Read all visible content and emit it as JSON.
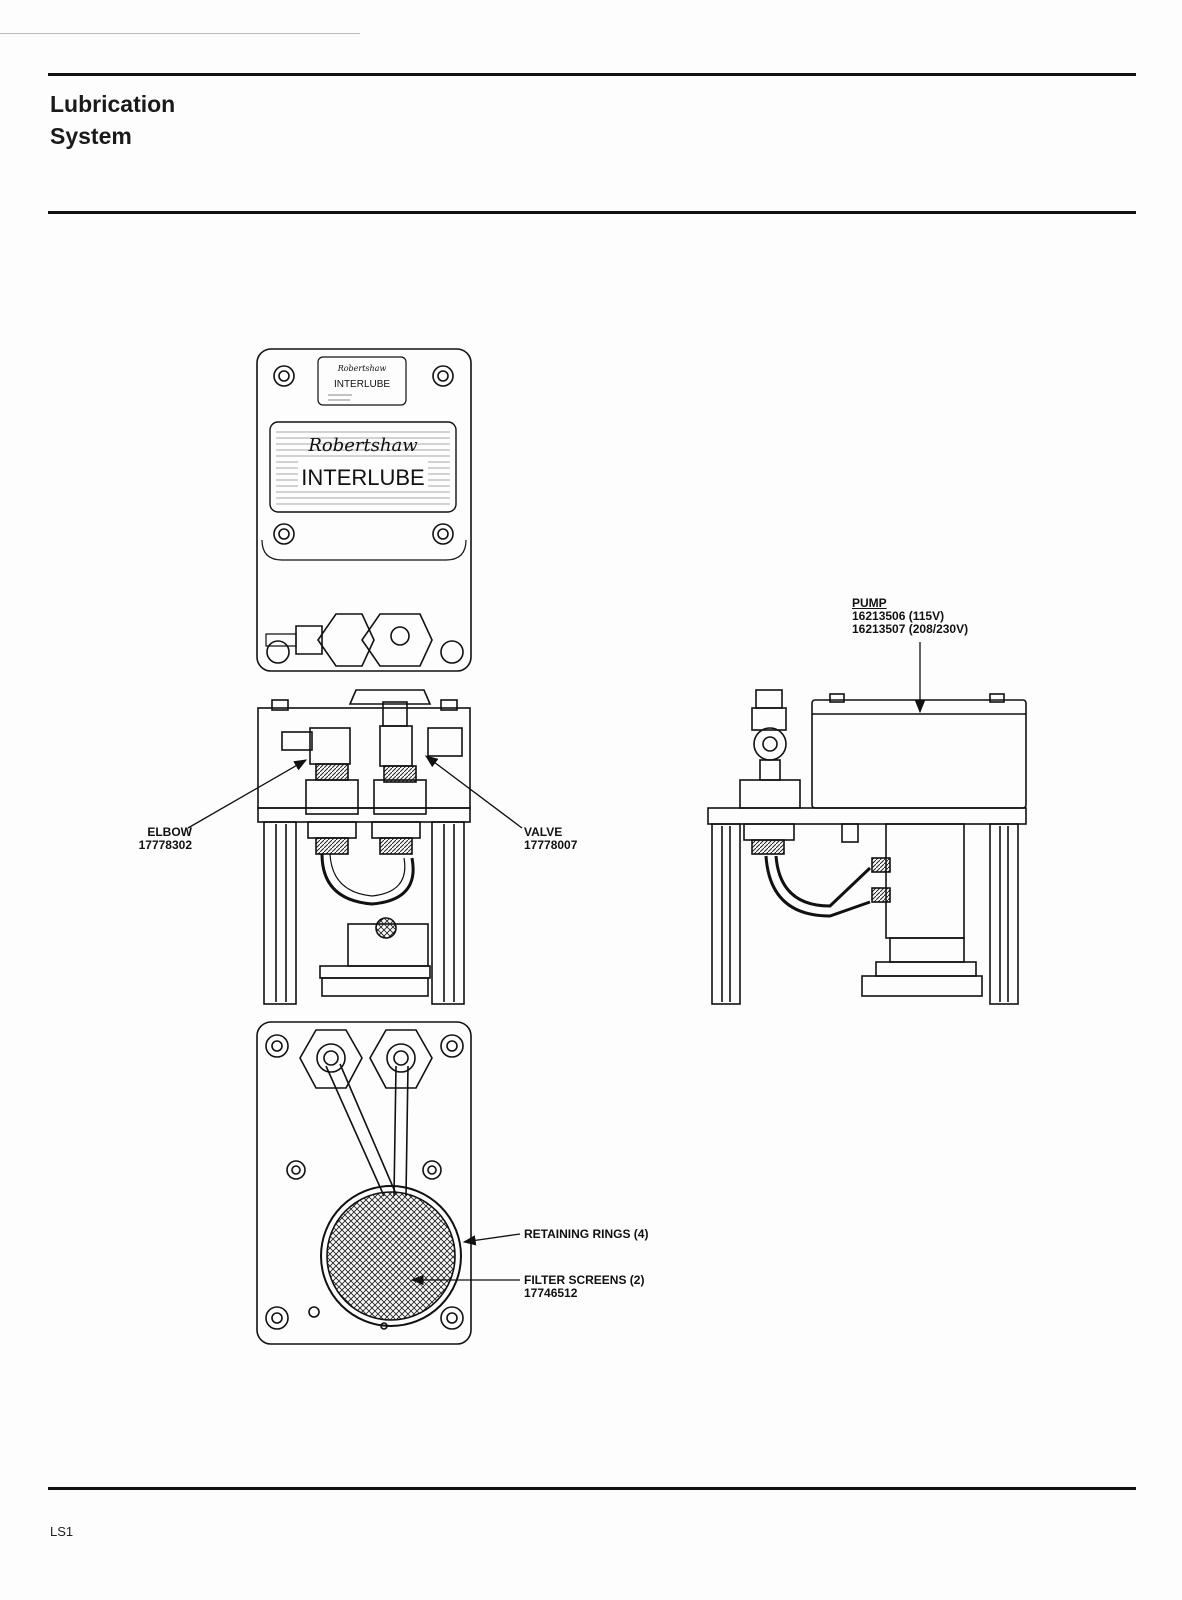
{
  "header": {
    "title_line1": "Lubrication",
    "title_line2": "System"
  },
  "plate": {
    "small_brand": "Robertshaw",
    "small_name": "INTERLUBE",
    "large_brand": "Robertshaw",
    "large_name": "INTERLUBE"
  },
  "callouts": {
    "elbow": {
      "label": "ELBOW",
      "part": "17778302"
    },
    "valve": {
      "label": "VALVE",
      "part": "17778007"
    },
    "pump": {
      "label": "PUMP",
      "part1": "16213506 (115V)",
      "part2": "16213507 (208/230V)"
    },
    "retaining_rings": {
      "label": "RETAINING RINGS (4)"
    },
    "filter_screens": {
      "label": "FILTER SCREENS (2)",
      "part": "17746512"
    }
  },
  "footer": {
    "page_code": "LS1"
  }
}
